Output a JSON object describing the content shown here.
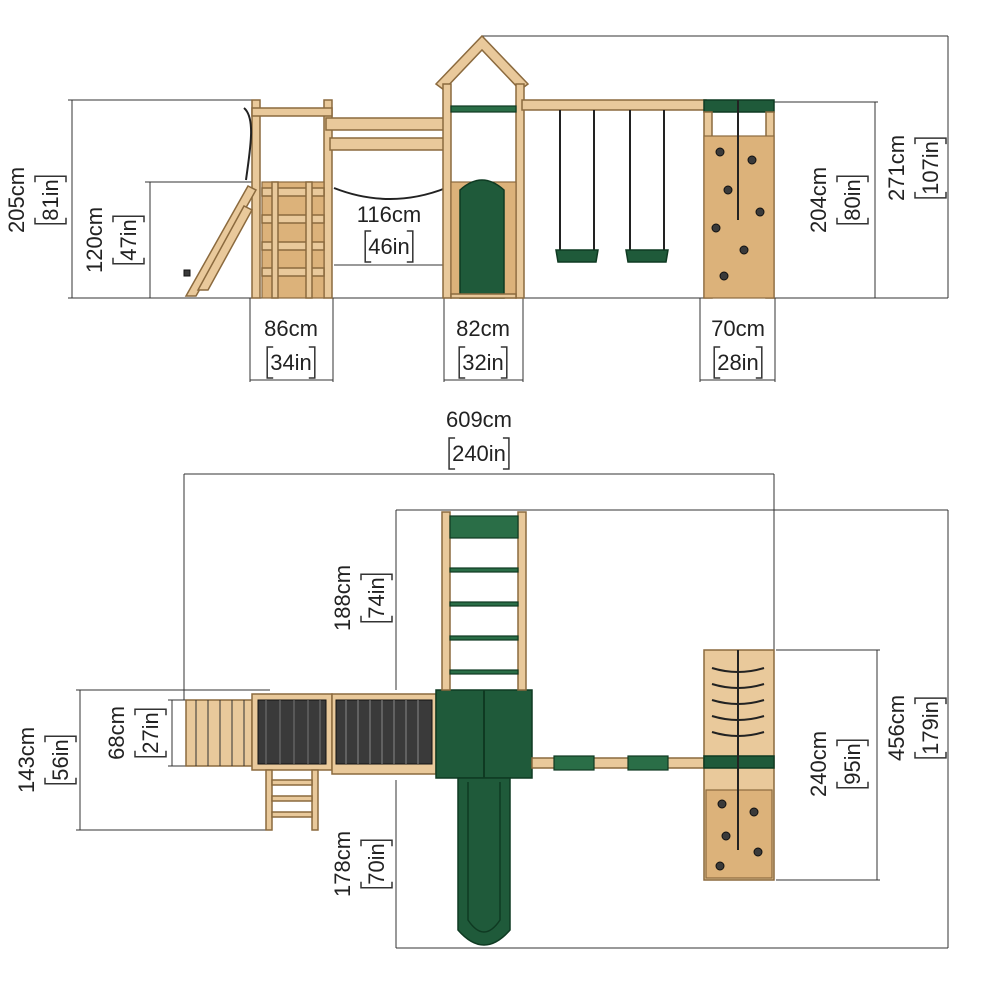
{
  "title": "",
  "colors": {
    "wood": "#e9c99b",
    "green": "#1f5a3a",
    "line": "#333333"
  },
  "side_view": {
    "total_height": {
      "cm": "271cm",
      "in": "107in"
    },
    "tower_height": {
      "cm": "205cm",
      "in": "81in"
    },
    "platform_height": {
      "cm": "120cm",
      "in": "47in"
    },
    "bridge_length": {
      "cm": "116cm",
      "in": "46in"
    },
    "tower1_width": {
      "cm": "86cm",
      "in": "34in"
    },
    "tower2_width": {
      "cm": "82cm",
      "in": "32in"
    },
    "wall_width": {
      "cm": "70cm",
      "in": "28in"
    },
    "wall_height": {
      "cm": "204cm",
      "in": "80in"
    }
  },
  "top_view": {
    "total_width": {
      "cm": "609cm",
      "in": "240in"
    },
    "total_depth": {
      "cm": "456cm",
      "in": "179in"
    },
    "ladder_length": {
      "cm": "188cm",
      "in": "74in"
    },
    "slide_length": {
      "cm": "178cm",
      "in": "70in"
    },
    "left_depth": {
      "cm": "143cm",
      "in": "56in"
    },
    "bridge_width": {
      "cm": "68cm",
      "in": "27in"
    },
    "swing_depth": {
      "cm": "240cm",
      "in": "95in"
    }
  }
}
